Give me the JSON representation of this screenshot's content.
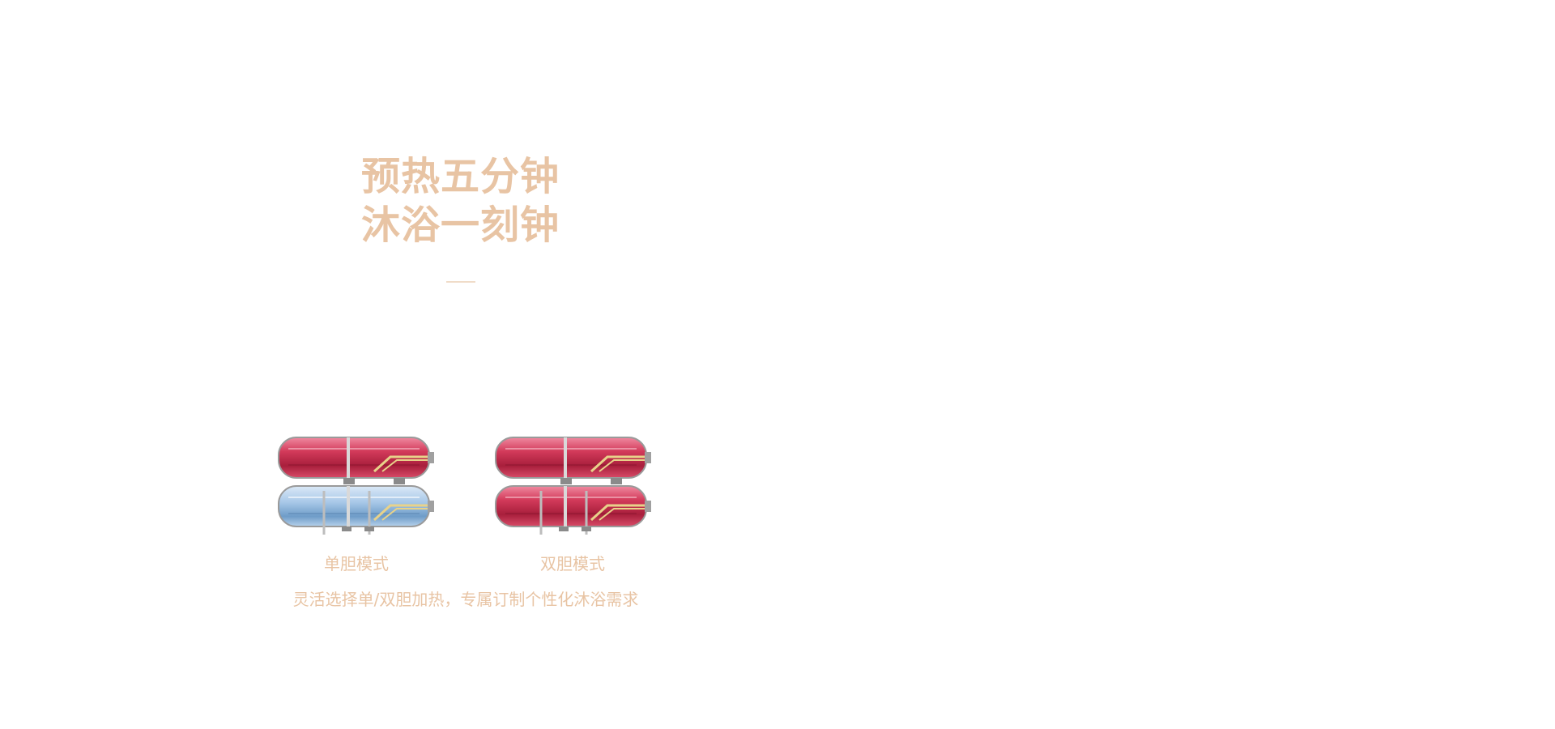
{
  "headline": {
    "line1": "预热五分钟",
    "line2": "沐浴一刻钟"
  },
  "modes": {
    "single": {
      "label": "单胆模式",
      "top_tank_color": "#c8304f",
      "bottom_tank_color": "#a8c8e8"
    },
    "dual": {
      "label": "双胆模式",
      "top_tank_color": "#c8304f",
      "bottom_tank_color": "#c8304f"
    }
  },
  "caption": "灵活选择单/双胆加热，专属订制个性化沐浴需求",
  "colors": {
    "accent": "#e8c4a4",
    "hot_water": "#c8304f",
    "cold_water": "#a8c8e8",
    "background": "#ffffff"
  }
}
